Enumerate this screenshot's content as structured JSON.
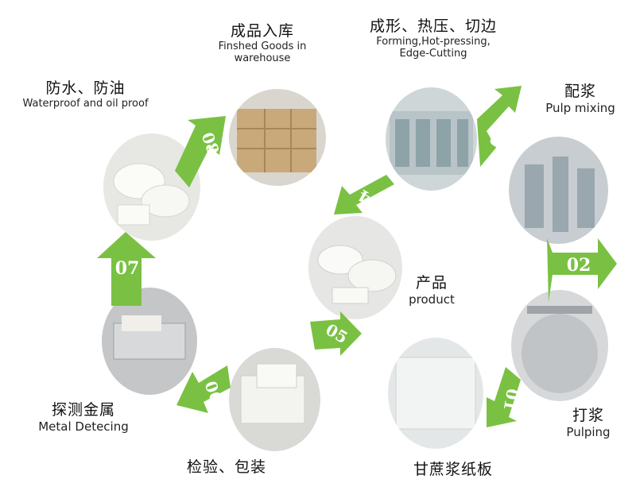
{
  "colors": {
    "arrow": "#7ac143",
    "arrow_dark": "#5ea52f",
    "step_text": "#ffffff"
  },
  "steps": [
    {
      "num": "01",
      "zh": "打浆",
      "en": "Pulping"
    },
    {
      "num": "02",
      "zh": "配浆",
      "en": "Pulp mixing"
    },
    {
      "num": "03",
      "zh": "",
      "en": ""
    },
    {
      "num": "04",
      "zh": "成形、热压、切边",
      "en": "Forming,Hot-pressing,",
      "en2": "Edge-Cutting"
    },
    {
      "num": "05",
      "zh": "",
      "en": ""
    },
    {
      "num": "06",
      "zh": "检验、包装",
      "en": ""
    },
    {
      "num": "07",
      "zh": "探测金属",
      "en": "Metal Detecing"
    },
    {
      "num": "08",
      "zh": "成品入库",
      "en": "Finshed Goods in",
      "en2": "warehouse"
    }
  ],
  "extra_labels": {
    "waterproof": {
      "zh": "防水、防油",
      "en": "Waterproof and oil proof"
    },
    "product": {
      "zh": "产品",
      "en": "product"
    },
    "bottom_caption": "甘蔗浆纸板"
  }
}
